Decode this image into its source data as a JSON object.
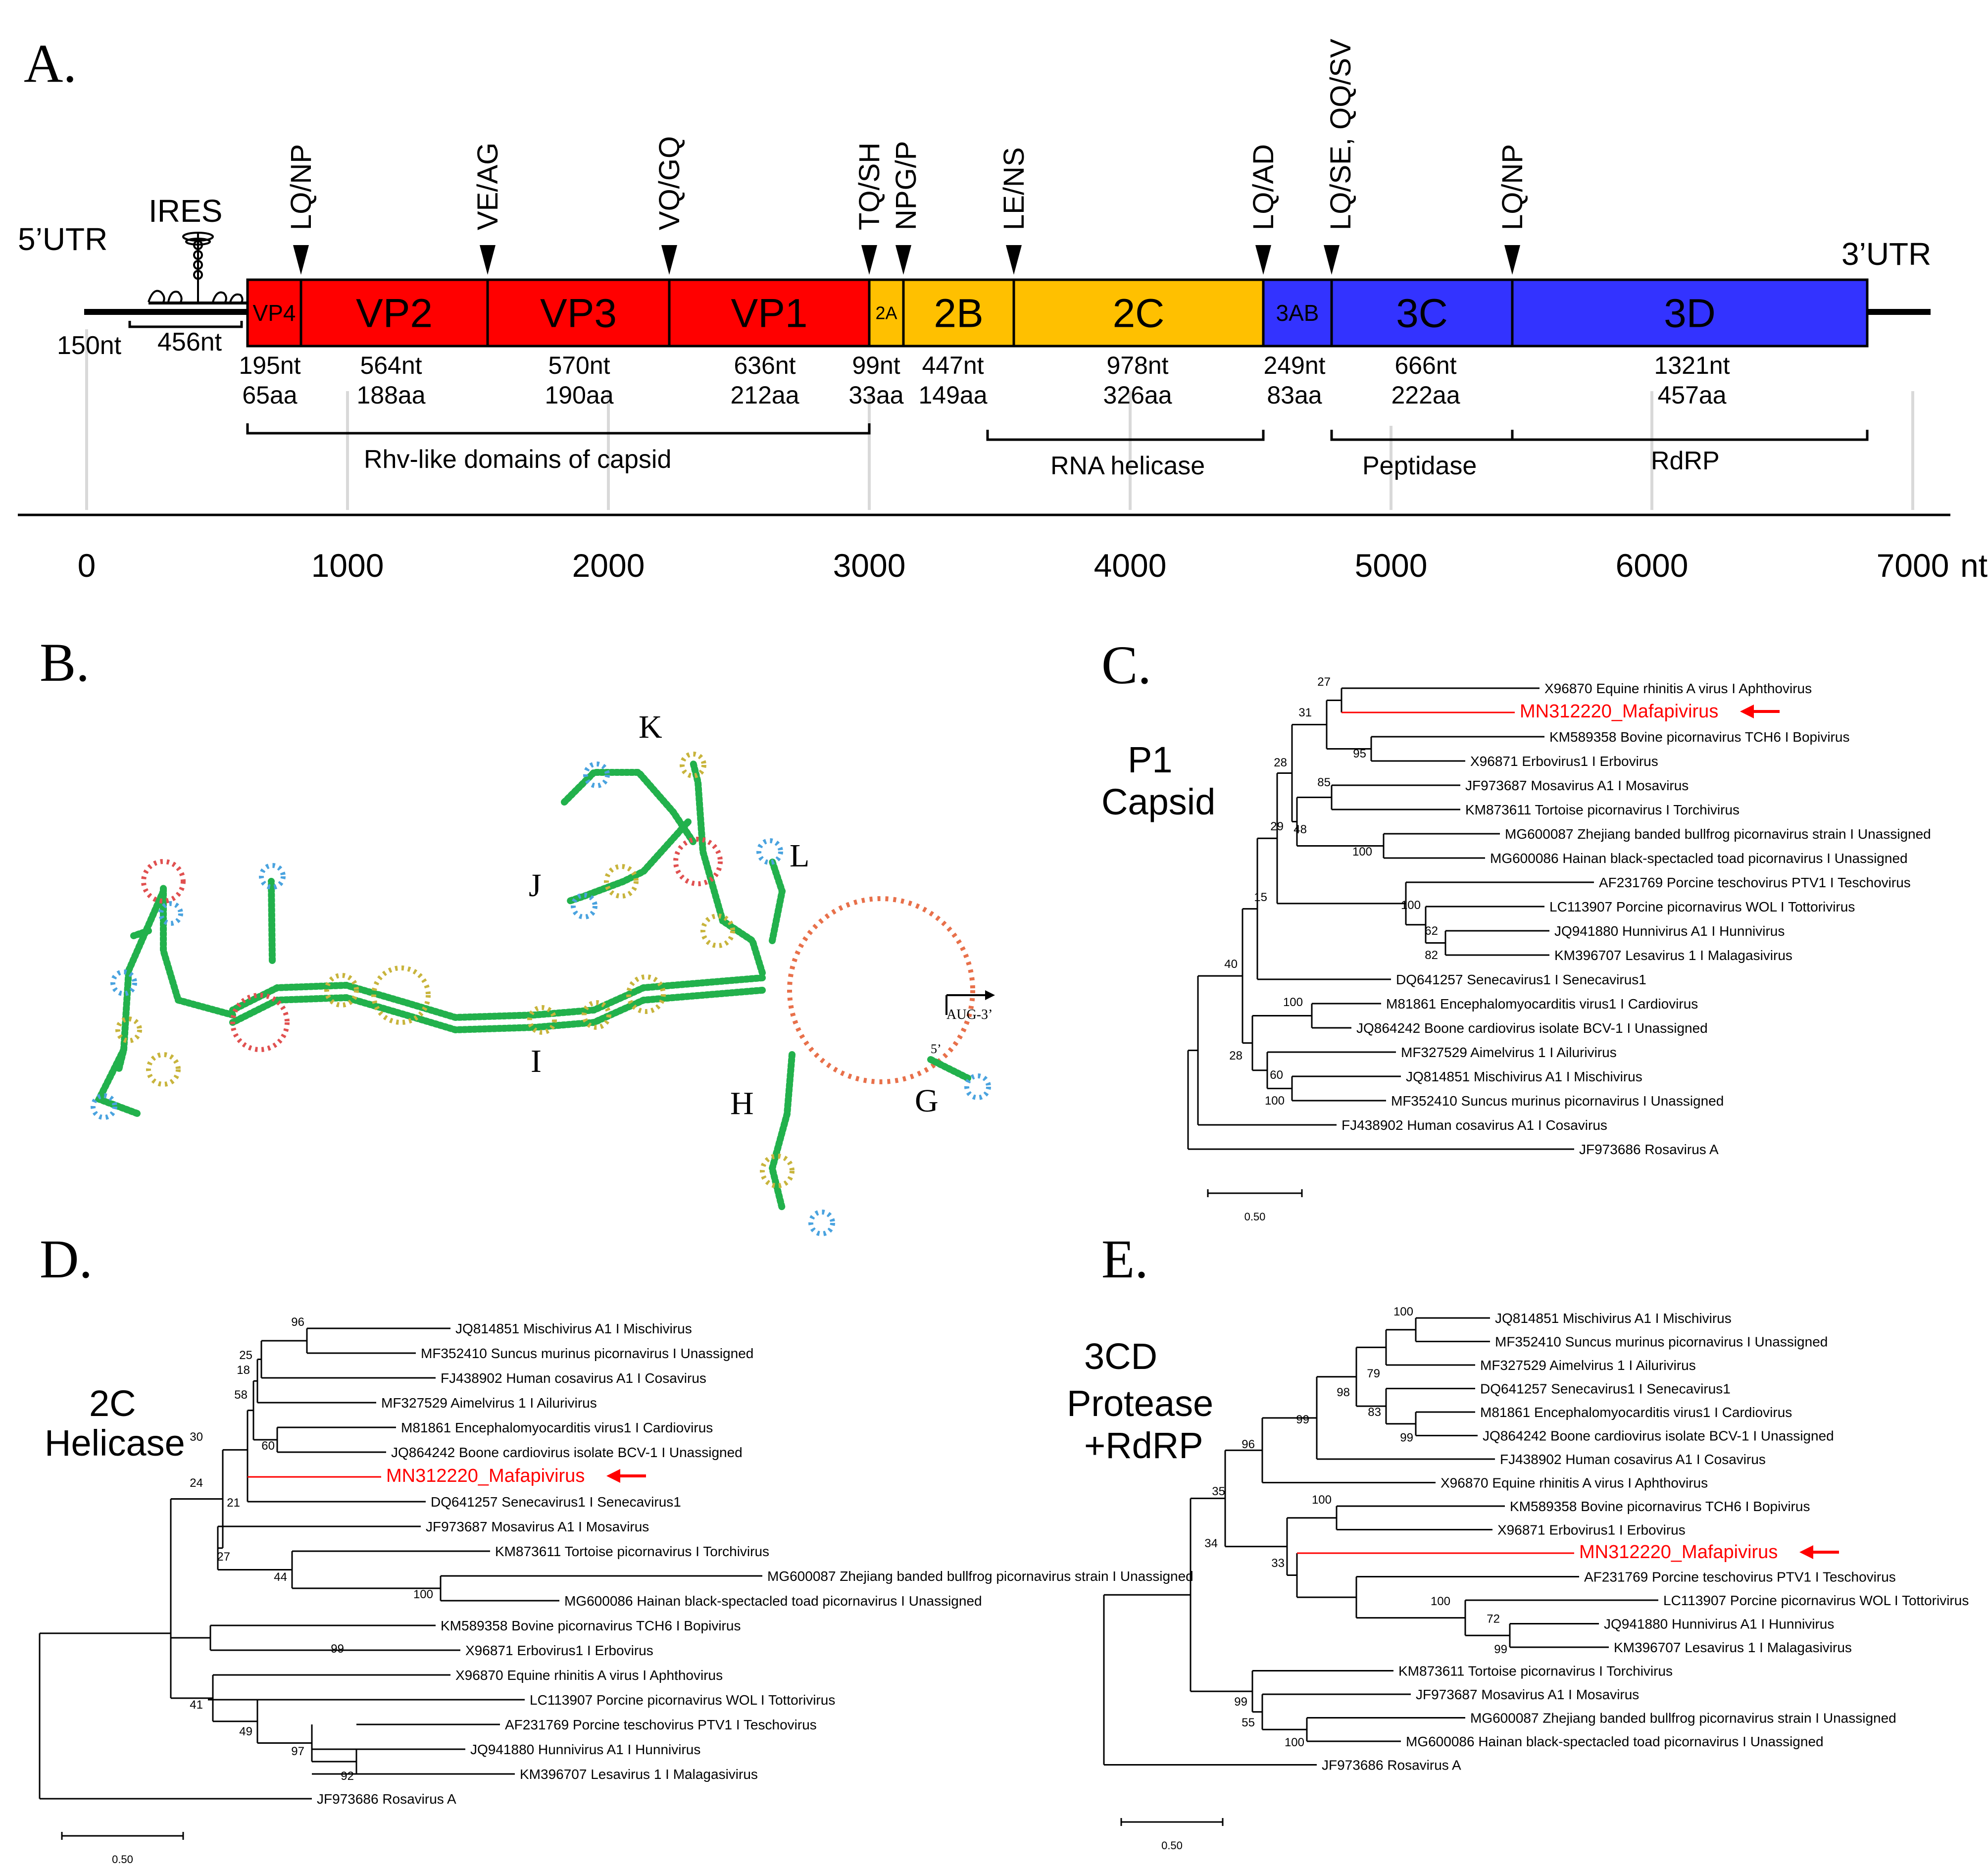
{
  "panels": {
    "a": "A.",
    "b": "B.",
    "c": "C.",
    "d": "D.",
    "e": "E."
  },
  "genome": {
    "utr5": "5’UTR",
    "utr3": "3’UTR",
    "ires": "IRES",
    "utr5_len": "150nt",
    "ires_len": "456nt",
    "colors": {
      "capsid": "#ff0000",
      "p2": "#ffc000",
      "p3": "#3333ff"
    },
    "cleavage_sites": [
      "LQ/NP",
      "VE/AG",
      "VQ/GQ",
      "TQ/SH",
      "NPG/P",
      "LE/NS",
      "LQ/AD",
      "LQ/SE, QQ/SV",
      "LQ/NP"
    ],
    "genes": [
      {
        "name": "VP4",
        "nt": "195nt",
        "aa": "65aa",
        "color": "#ff0000"
      },
      {
        "name": "VP2",
        "nt": "564nt",
        "aa": "188aa",
        "color": "#ff0000"
      },
      {
        "name": "VP3",
        "nt": "570nt",
        "aa": "190aa",
        "color": "#ff0000"
      },
      {
        "name": "VP1",
        "nt": "636nt",
        "aa": "212aa",
        "color": "#ff0000"
      },
      {
        "name": "2A",
        "nt": "99nt",
        "aa": "33aa",
        "color": "#ffc000"
      },
      {
        "name": "2B",
        "nt": "447nt",
        "aa": "149aa",
        "color": "#ffc000"
      },
      {
        "name": "2C",
        "nt": "978nt",
        "aa": "326aa",
        "color": "#ffc000"
      },
      {
        "name": "3AB",
        "nt": "249nt",
        "aa": "83aa",
        "color": "#3333ff"
      },
      {
        "name": "3C",
        "nt": "666nt",
        "aa": "222aa",
        "color": "#3333ff"
      },
      {
        "name": "3D",
        "nt": "1321nt",
        "aa": "457aa",
        "color": "#3333ff"
      }
    ],
    "domains": [
      "Rhv-like domains of capsid",
      "RNA helicase",
      "Peptidase",
      "RdRP"
    ],
    "axis_ticks": [
      "0",
      "1000",
      "2000",
      "3000",
      "4000",
      "5000",
      "6000",
      "7000"
    ],
    "axis_unit": "nt"
  },
  "rna": {
    "stems": [
      "K",
      "J",
      "L",
      "I",
      "H",
      "G"
    ],
    "five_prime": "5’",
    "start": "AUG-3’",
    "colors": {
      "stem": "#22b14c",
      "loop": "#4aa3df",
      "internal": "#c8b43c",
      "junction": "#e05050",
      "bulge": "#e8704a"
    }
  },
  "trees": {
    "c": {
      "title": [
        "P1",
        "Capsid"
      ],
      "taxa": [
        "X96870 Equine rhinitis A virus I Aphthovirus",
        "MN312220_Mafapivirus",
        "KM589358 Bovine picornavirus TCH6 I Bopivirus",
        "X96871 Erbovirus1 I Erbovirus",
        "JF973687 Mosavirus A1 I Mosavirus",
        "KM873611 Tortoise picornavirus I Torchivirus",
        "MG600087 Zhejiang banded bullfrog picornavirus strain I Unassigned",
        "MG600086 Hainan black-spectacled toad picornavirus I Unassigned",
        "AF231769 Porcine teschovirus PTV1 I Teschovirus",
        "LC113907 Porcine picornavirus WOL I Tottorivirus",
        "JQ941880 Hunnivirus A1 I Hunnivirus",
        "KM396707 Lesavirus 1 I Malagasivirus",
        "DQ641257 Senecavirus1 I Senecavirus1",
        "M81861 Encephalomyocarditis virus1 I Cardiovirus",
        "JQ864242 Boone cardiovirus isolate BCV-1 I Unassigned",
        "MF327529 Aimelvirus 1 I Ailurivirus",
        "JQ814851 Mischivirus A1 I Mischivirus",
        "MF352410 Suncus murinus picornavirus I Unassigned",
        "FJ438902 Human cosavirus A1 I Cosavirus",
        "JF973686 Rosavirus A"
      ],
      "bootstraps": [
        "27",
        "31",
        "95",
        "28",
        "85",
        "48",
        "29",
        "100",
        "15",
        "100",
        "62",
        "82",
        "40",
        "100",
        "28",
        "60",
        "100"
      ],
      "scale": "0.50"
    },
    "d": {
      "title": [
        "2C",
        "Helicase"
      ],
      "taxa": [
        "JQ814851 Mischivirus A1 I Mischivirus",
        "MF352410 Suncus murinus picornavirus I Unassigned",
        "FJ438902 Human cosavirus A1 I Cosavirus",
        "MF327529 Aimelvirus 1 I Ailurivirus",
        "M81861 Encephalomyocarditis virus1 I Cardiovirus",
        "JQ864242 Boone cardiovirus isolate BCV-1 I Unassigned",
        "MN312220_Mafapivirus",
        "DQ641257 Senecavirus1 I Senecavirus1",
        "JF973687 Mosavirus A1 I Mosavirus",
        "KM873611 Tortoise picornavirus I Torchivirus",
        "MG600087 Zhejiang banded bullfrog picornavirus strain I Unassigned",
        "MG600086 Hainan black-spectacled toad picornavirus I Unassigned",
        "KM589358 Bovine picornavirus TCH6 I Bopivirus",
        "X96871 Erbovirus1 I Erbovirus",
        "X96870 Equine rhinitis A virus I Aphthovirus",
        "LC113907 Porcine picornavirus WOL I Tottorivirus",
        "AF231769 Porcine teschovirus PTV1 I Teschovirus",
        "JQ941880 Hunnivirus A1 I Hunnivirus",
        "KM396707 Lesavirus 1 I Malagasivirus",
        "JF973686 Rosavirus A"
      ],
      "bootstraps": [
        "96",
        "25",
        "18",
        "58",
        "30",
        "60",
        "24",
        "21",
        "27",
        "44",
        "100",
        "99",
        "41",
        "49",
        "97",
        "92"
      ],
      "scale": "0.50"
    },
    "e": {
      "title": [
        "3CD",
        "Protease",
        "+RdRP"
      ],
      "taxa": [
        "JQ814851 Mischivirus A1 I Mischivirus",
        "MF352410 Suncus murinus picornavirus I Unassigned",
        "MF327529 Aimelvirus 1 I Ailurivirus",
        "DQ641257 Senecavirus1 I Senecavirus1",
        "M81861 Encephalomyocarditis virus1 I Cardiovirus",
        "JQ864242 Boone cardiovirus isolate BCV-1 I Unassigned",
        "FJ438902 Human cosavirus A1 I Cosavirus",
        "X96870 Equine rhinitis A virus I Aphthovirus",
        "KM589358 Bovine picornavirus TCH6 I Bopivirus",
        "X96871 Erbovirus1 I Erbovirus",
        "MN312220_Mafapivirus",
        "AF231769 Porcine teschovirus PTV1 I Teschovirus",
        "LC113907 Porcine picornavirus WOL I Tottorivirus",
        "JQ941880 Hunnivirus A1 I Hunnivirus",
        "KM396707 Lesavirus 1 I Malagasivirus",
        "KM873611 Tortoise picornavirus I Torchivirus",
        "JF973687 Mosavirus A1 I Mosavirus",
        "MG600087 Zhejiang banded bullfrog picornavirus strain I Unassigned",
        "MG600086 Hainan black-spectacled toad picornavirus I Unassigned",
        "JF973686 Rosavirus A"
      ],
      "bootstraps": [
        "100",
        "79",
        "98",
        "83",
        "99",
        "99",
        "96",
        "35",
        "100",
        "34",
        "33",
        "100",
        "72",
        "99",
        "99",
        "55",
        "100"
      ],
      "scale": "0.50"
    }
  }
}
